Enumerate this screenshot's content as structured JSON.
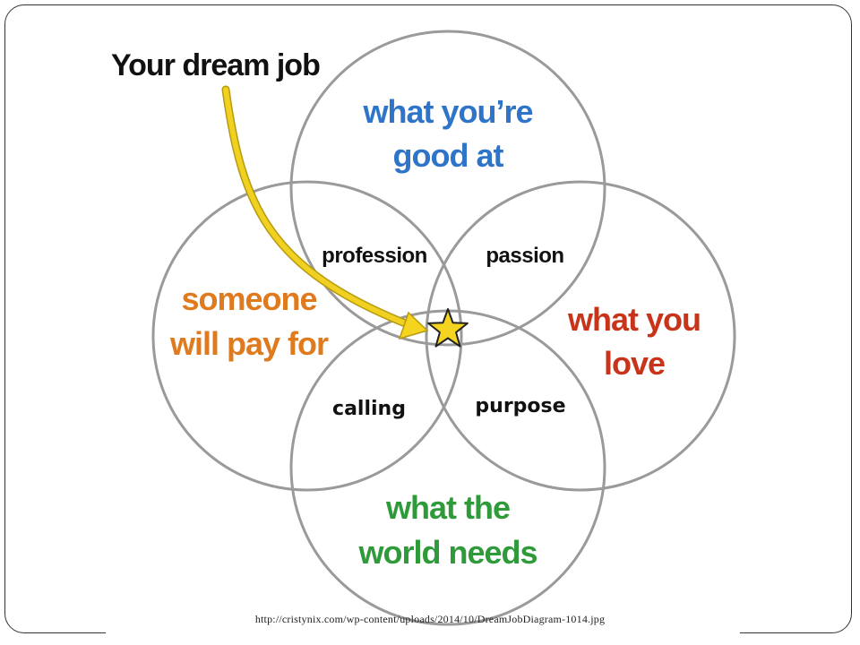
{
  "callout": {
    "text": "Your dream job",
    "arrow_color": "#f0d020",
    "star_color": "#f5d420"
  },
  "circles": [
    {
      "name": "skills",
      "lines": [
        "what you’re",
        "good at"
      ],
      "color": "#2e74c8"
    },
    {
      "name": "love",
      "lines": [
        "what you",
        "love"
      ],
      "color": "#c8341a"
    },
    {
      "name": "money",
      "lines": [
        "someone",
        "will pay for"
      ],
      "color": "#e07a1e"
    },
    {
      "name": "needs",
      "lines": [
        "what the",
        "world needs"
      ],
      "color": "#2f9a3a"
    }
  ],
  "overlaps": {
    "profession": "profession",
    "passion": "passion",
    "calling": "calling",
    "purpose": "purpose"
  },
  "source": {
    "url": "http://cristynix.com/wp-content/uploads/2014/10/DreamJobDiagram-1014.jpg"
  },
  "colors": {
    "outline": "#9a9a9a",
    "frame": "#333333",
    "text_dark": "#111111"
  }
}
